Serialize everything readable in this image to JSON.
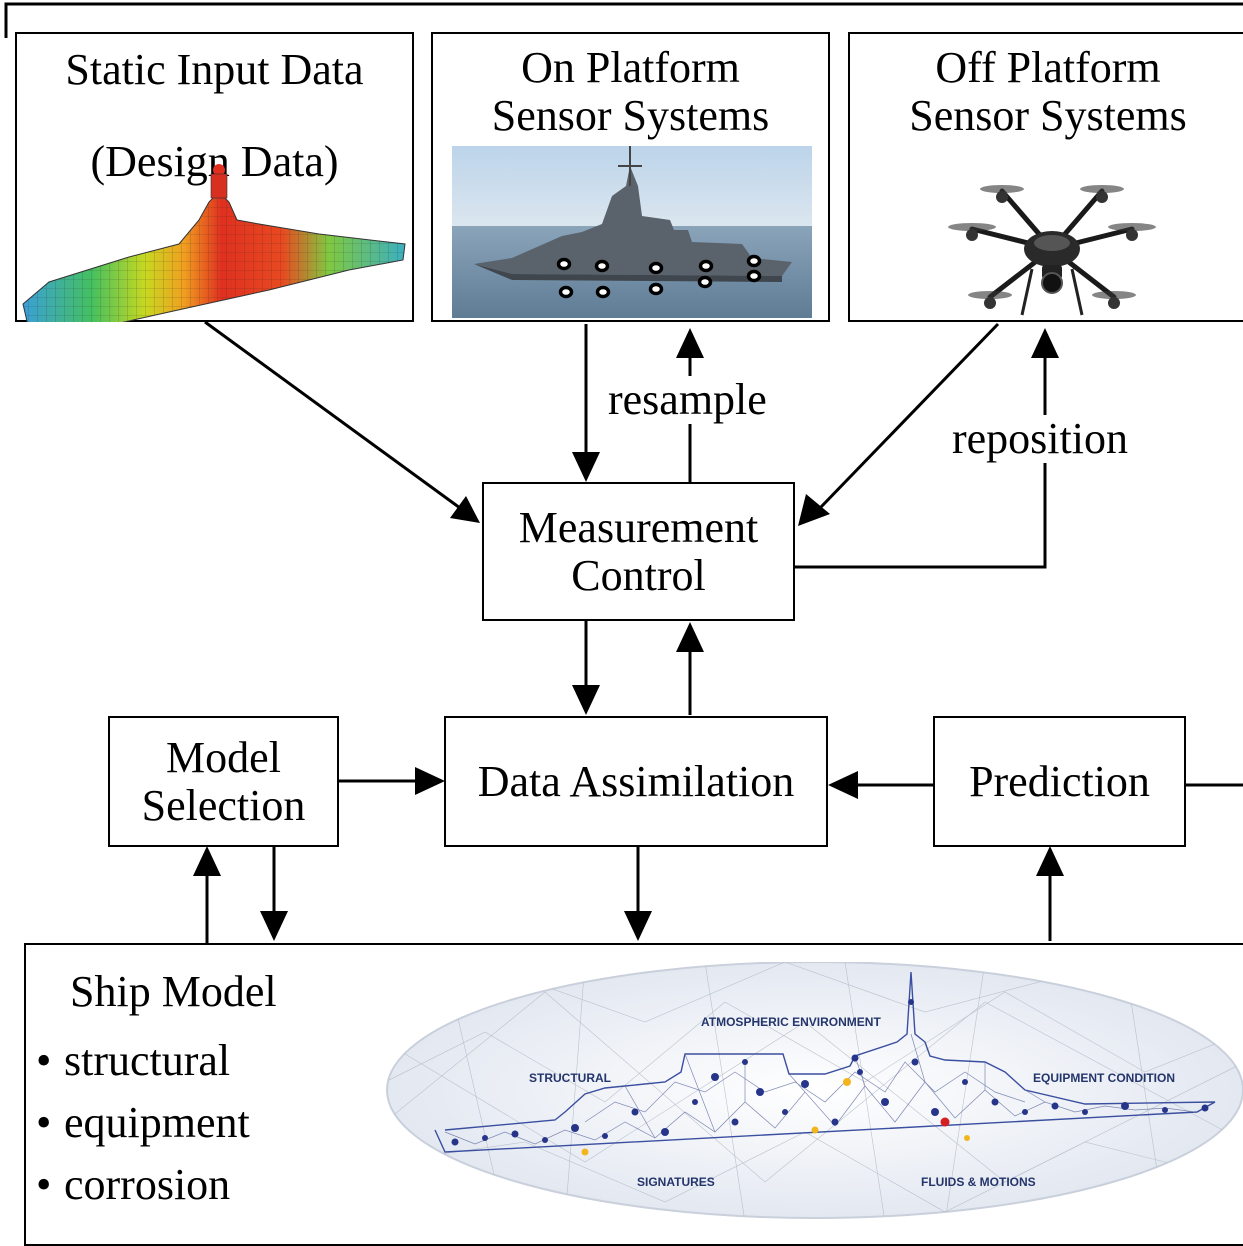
{
  "inputs": {
    "static_title_line1": "Static Input Data",
    "static_title_line2": "(Design Data)",
    "on_platform_line1": "On Platform",
    "on_platform_line2": "Sensor Systems",
    "off_platform_line1": "Off Platform",
    "off_platform_line2": "Sensor Systems"
  },
  "nodes": {
    "measurement_line1": "Measurement",
    "measurement_line2": "Control",
    "model_selection_line1": "Model",
    "model_selection_line2": "Selection",
    "data_assimilation": "Data Assimilation",
    "prediction": "Prediction"
  },
  "edge_labels": {
    "resample": "resample",
    "reposition": "reposition"
  },
  "ship_model": {
    "title": "Ship Model",
    "items": [
      "structural",
      "equipment",
      "corrosion"
    ],
    "oval_labels": {
      "atmospheric": "ATMOSPHERIC ENVIRONMENT",
      "structural": "STRUCTURAL",
      "equipment_condition": "EQUIPMENT CONDITION",
      "signatures": "SIGNATURES",
      "fluids_motions": "FLUIDS & MOTIONS"
    }
  },
  "colors": {
    "line": "#000000",
    "network": "#3b4fa0",
    "oval_fill": "#eef1f7",
    "highlight_yellow": "#f2b51b",
    "highlight_red": "#d42020"
  }
}
